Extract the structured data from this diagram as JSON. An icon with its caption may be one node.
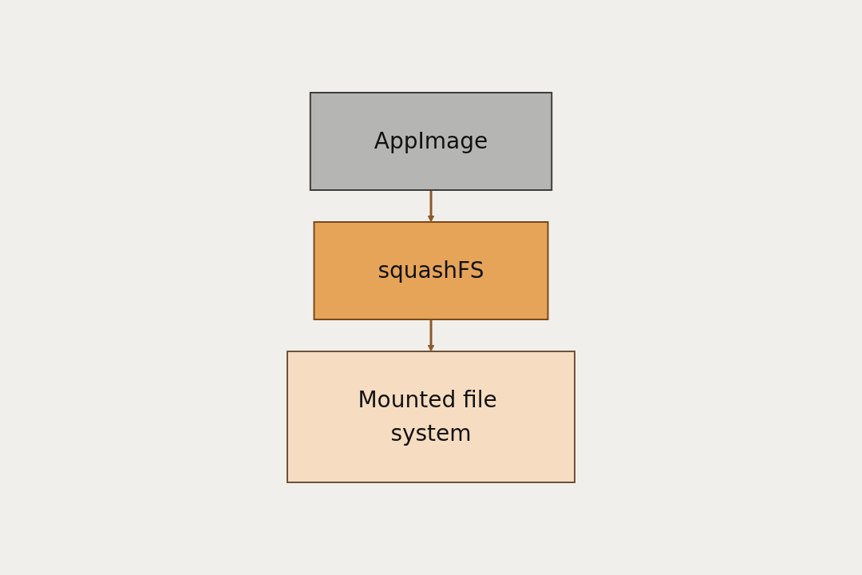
{
  "diagram": {
    "nodes": [
      {
        "text": [
          "AppImage"
        ]
      },
      {
        "text": [
          "squashFS"
        ]
      },
      {
        "text": [
          "Mounted file system"
        ]
      }
    ],
    "edges": [
      {
        "from": 0,
        "to": 1,
        "arrow": "to"
      },
      {
        "from": 1,
        "to": 2,
        "arrow": "to"
      }
    ]
  }
}
